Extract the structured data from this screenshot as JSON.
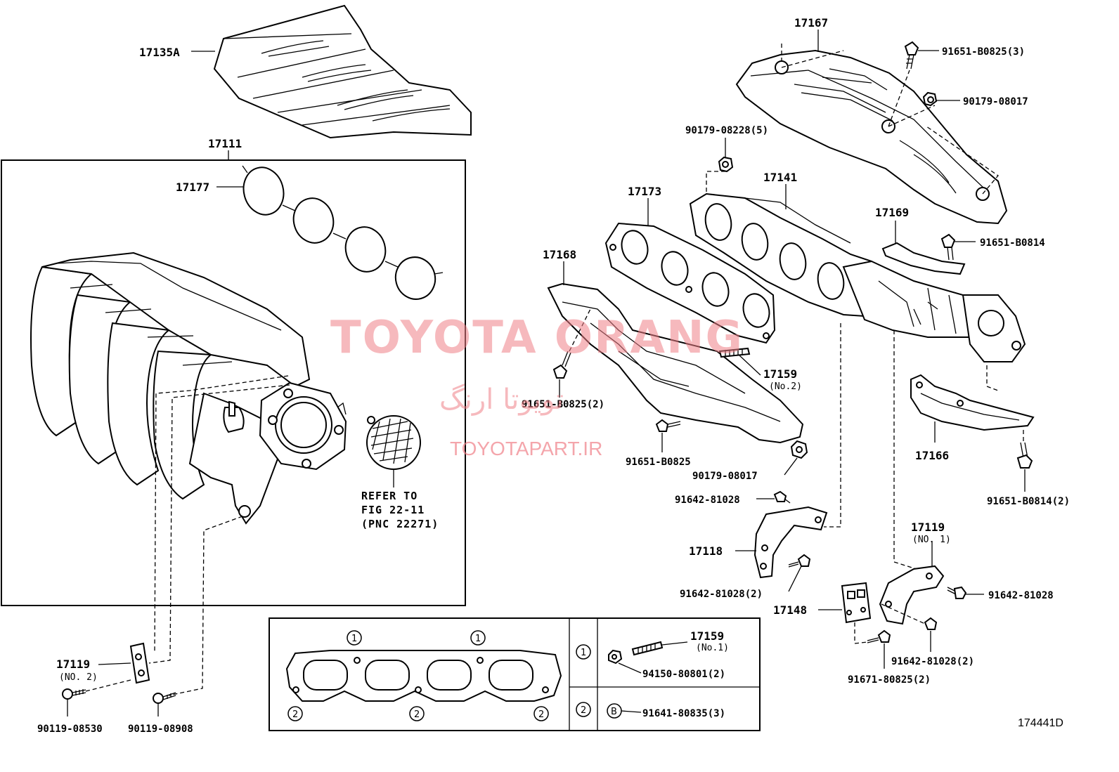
{
  "labels": {
    "p17135A": "17135A",
    "p17111": "17111",
    "p17177": "17177",
    "p17167": "17167",
    "p17173": "17173",
    "p17141": "17141",
    "p17169": "17169",
    "p17168": "17168",
    "p17166": "17166",
    "p17159_no2": "17159",
    "p17159_no2_sub": "(No.2)",
    "p17118": "17118",
    "p17119_no1": "17119",
    "p17119_no1_sub": "(NO. 1)",
    "p17119_no2": "17119",
    "p17119_no2_sub": "(NO. 2)",
    "p17148": "17148",
    "b91651_B0825_3": "91651-B0825(3)",
    "n90179_08017_top": "90179-08017",
    "n90179_08228_5": "90179-08228(5)",
    "b91651_B0814": "91651-B0814",
    "b91651_B0825_2": "91651-B0825(2)",
    "b91651_B0825": "91651-B0825",
    "n90179_08017": "90179-08017",
    "b91642_81028_a": "91642-81028",
    "b91651_B0814_2": "91651-B0814(2)",
    "b91642_81028_2a": "91642-81028(2)",
    "b91642_81028_b": "91642-81028",
    "b91642_81028_2b": "91642-81028(2)",
    "b91671_80825_2": "91671-80825(2)",
    "b90119_08530": "90119-08530",
    "b90119_08908": "90119-08908"
  },
  "refer": {
    "line1": "REFER TO",
    "line2": "FIG 22-11",
    "line3": "(PNC 22271)"
  },
  "table": {
    "mark1": "1",
    "mark2": "2",
    "markB": "B",
    "stud": "17159",
    "stud_sub": "(No.1)",
    "nut": "94150-80801(2)",
    "bolt": "91641-80835(3)"
  },
  "watermark": {
    "main": "TOYOTA ORANG",
    "farsi": "تویوتا ارنگ",
    "url": "TOYOTAPART.IR"
  },
  "figure_code": "174441D"
}
